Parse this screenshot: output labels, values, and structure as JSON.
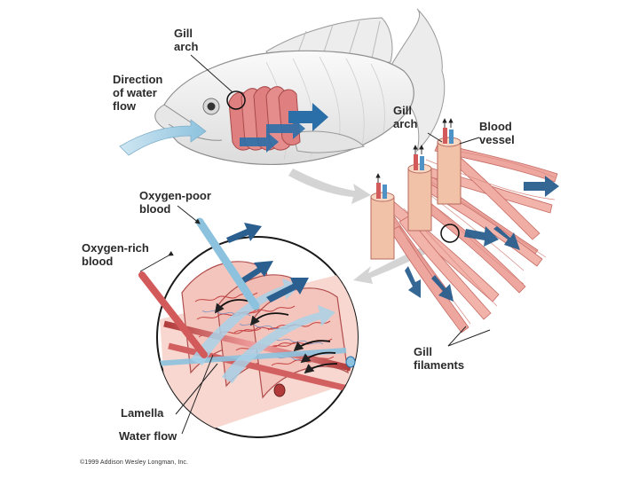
{
  "labels": {
    "gill_arch_top": "Gill\narch",
    "direction_water_flow": "Direction\nof water\nflow",
    "gill_arch_right": "Gill\narch",
    "blood_vessel": "Blood\nvessel",
    "oxygen_poor_blood": "Oxygen-poor\nblood",
    "oxygen_rich_blood": "Oxygen-rich\nblood",
    "gill_filaments": "Gill\nfilaments",
    "lamella": "Lamella",
    "water_flow": "Water flow"
  },
  "copyright": "©1999 Addison Wesley Longman, Inc.",
  "colors": {
    "fish_body": "#f1f1f1",
    "gill_tissue": "#e07f7f",
    "filament": "#eea79f",
    "water_arrow": "#2a6fa8",
    "oxygen_poor_vessel": "#7fb8d8",
    "oxygen_rich_vessel": "#d25a5a"
  }
}
